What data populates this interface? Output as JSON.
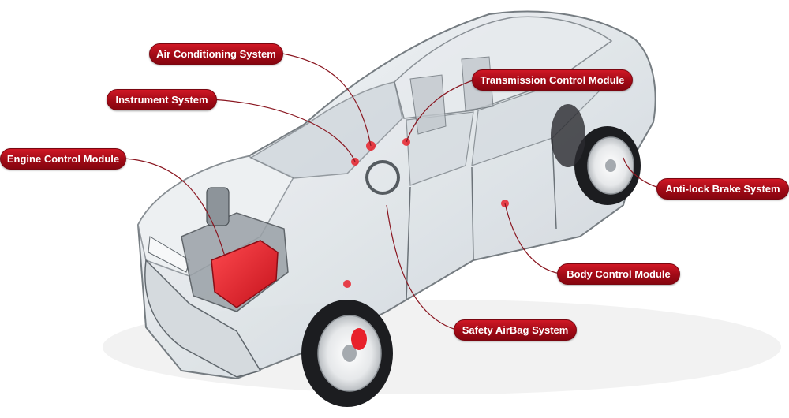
{
  "colors": {
    "callout": "#b30f1c",
    "leader_line": "#8a1620",
    "component_highlight": "#e8212b",
    "car_glass": "#dfe4e8",
    "car_outline": "#6b7278",
    "tire": "#1c1d20"
  },
  "callouts": {
    "air_conditioning": "Air Conditioning System",
    "transmission": "Transmission Control Module",
    "instrument": "Instrument System",
    "engine": "Engine Control Module",
    "abs": "Anti-lock Brake System",
    "body": "Body Control Module",
    "airbag": "Safety AirBag System"
  }
}
